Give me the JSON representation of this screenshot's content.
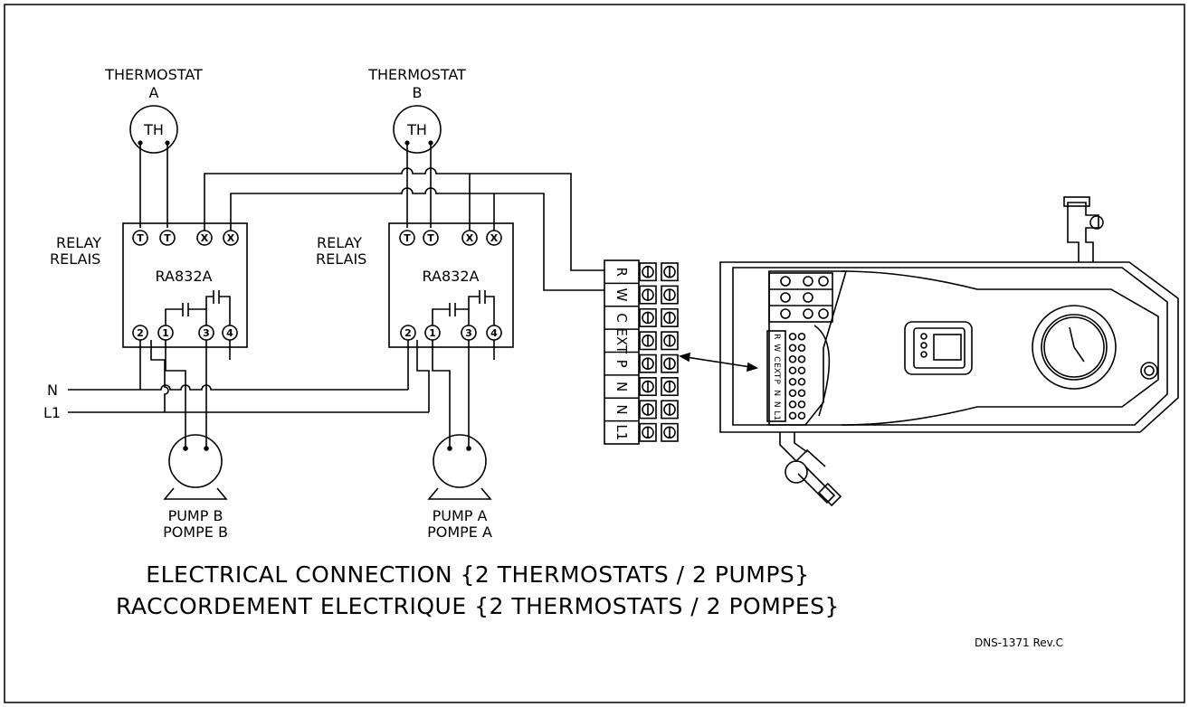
{
  "thermostat_a": {
    "label": "THERMOSTAT",
    "id": "A",
    "symbol": "TH"
  },
  "thermostat_b": {
    "label": "THERMOSTAT",
    "id": "B",
    "symbol": "TH"
  },
  "relay_1": {
    "label_en": "RELAY",
    "label_fr": "RELAIS",
    "model": "RA832A",
    "top_terminals": [
      "T",
      "T",
      "X",
      "X"
    ],
    "bottom_terminals": [
      "2",
      "1",
      "3",
      "4"
    ]
  },
  "relay_2": {
    "label_en": "RELAY",
    "label_fr": "RELAIS",
    "model": "RA832A",
    "top_terminals": [
      "T",
      "T",
      "X",
      "X"
    ],
    "bottom_terminals": [
      "2",
      "1",
      "3",
      "4"
    ]
  },
  "lines": {
    "neutral": "N",
    "line": "L1"
  },
  "pump_b": {
    "label_en": "PUMP B",
    "label_fr": "POMPE B"
  },
  "pump_a": {
    "label_en": "PUMP A",
    "label_fr": "POMPE A"
  },
  "terminal_block": {
    "labels": [
      "R",
      "W",
      "C",
      "EXT",
      "P",
      "N",
      "N",
      "L1"
    ]
  },
  "unit_terminal_strip": {
    "labels": [
      "R",
      "W",
      "C",
      "EXT",
      "P",
      "N",
      "N",
      "L1"
    ]
  },
  "title": {
    "line1": "ELECTRICAL CONNECTION {2 THERMOSTATS / 2 PUMPS}",
    "line2": "RACCORDEMENT ELECTRIQUE {2 THERMOSTATS / 2 POMPES}"
  },
  "drawing_ref": "DNS-1371 Rev.C"
}
